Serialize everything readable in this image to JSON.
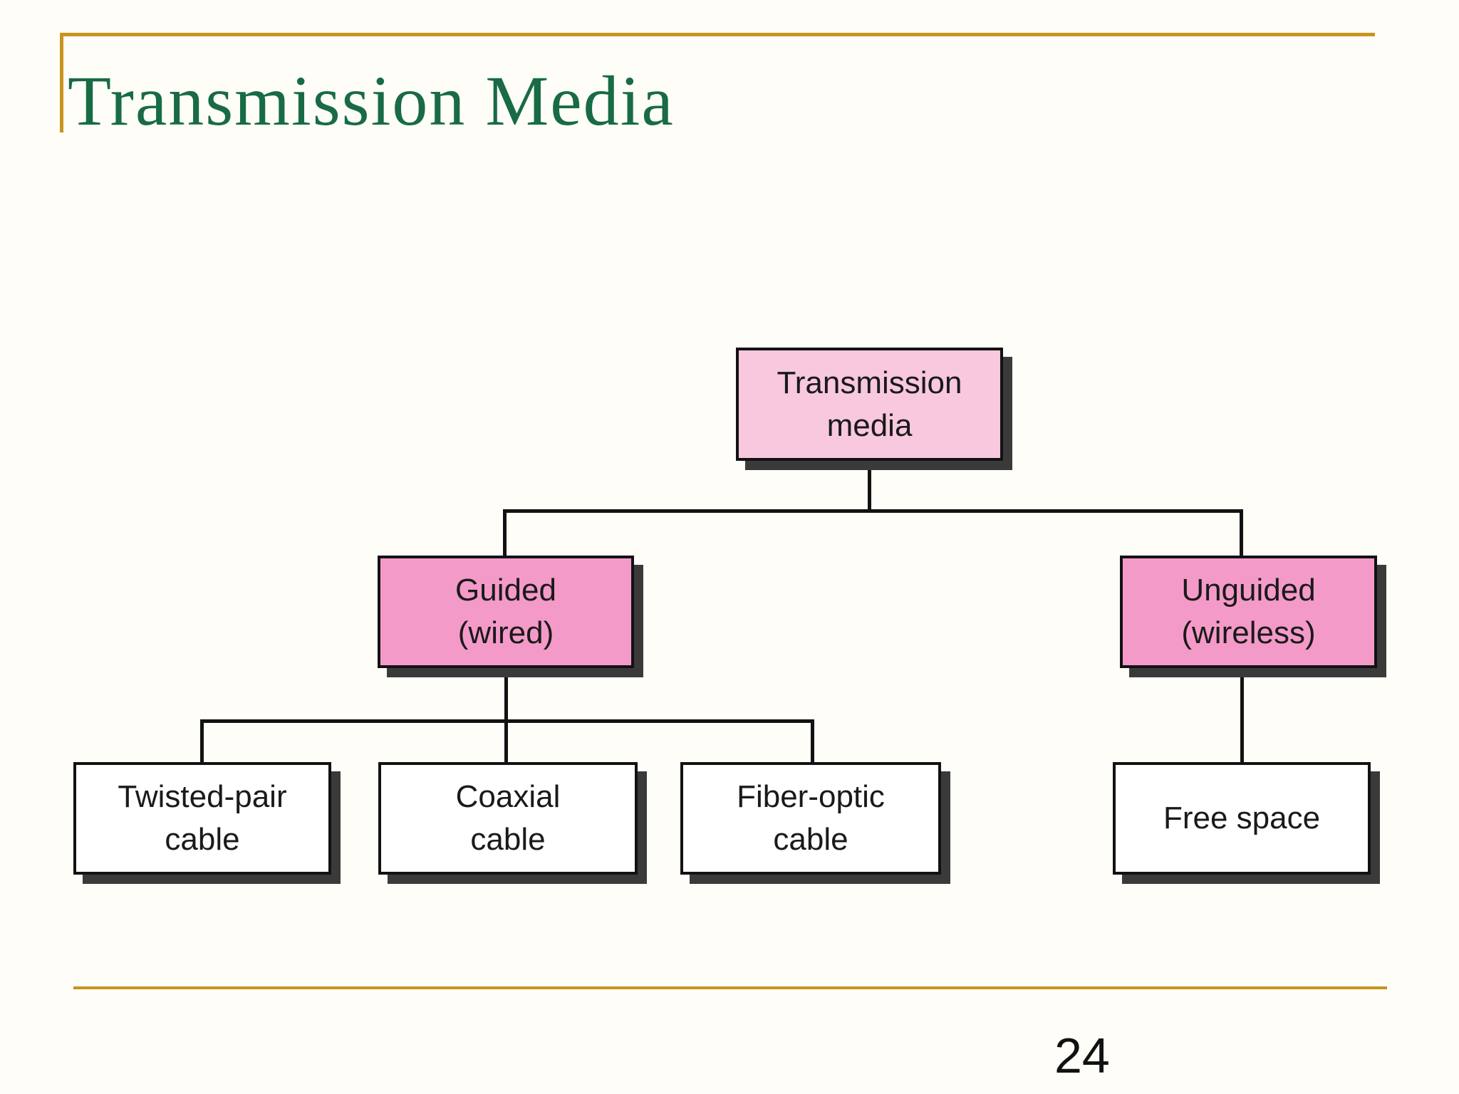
{
  "slide": {
    "title": "Transmission Media",
    "page_number": "24"
  },
  "colors": {
    "title_green": "#186B45",
    "gold": "#C7941E",
    "node_border": "#121212",
    "connector": "#121212",
    "shadow": "#3A3A3A",
    "light_pink": "#F8C8DE",
    "dark_pink": "#F49AC8",
    "white_node": "#FFFFFF",
    "background": "#FEFDF8",
    "text": "#1A1A1A"
  },
  "diagram": {
    "nodes": {
      "root": {
        "line1": "Transmission",
        "line2": "media"
      },
      "guided": {
        "line1": "Guided",
        "line2": "(wired)"
      },
      "unguided": {
        "line1": "Unguided",
        "line2": "(wireless)"
      },
      "twisted_pair": {
        "line1": "Twisted-pair",
        "line2": "cable"
      },
      "coaxial": {
        "line1": "Coaxial",
        "line2": "cable"
      },
      "fiber_optic": {
        "line1": "Fiber-optic",
        "line2": "cable"
      },
      "free_space": {
        "line1": "Free space",
        "line2": ""
      }
    }
  }
}
